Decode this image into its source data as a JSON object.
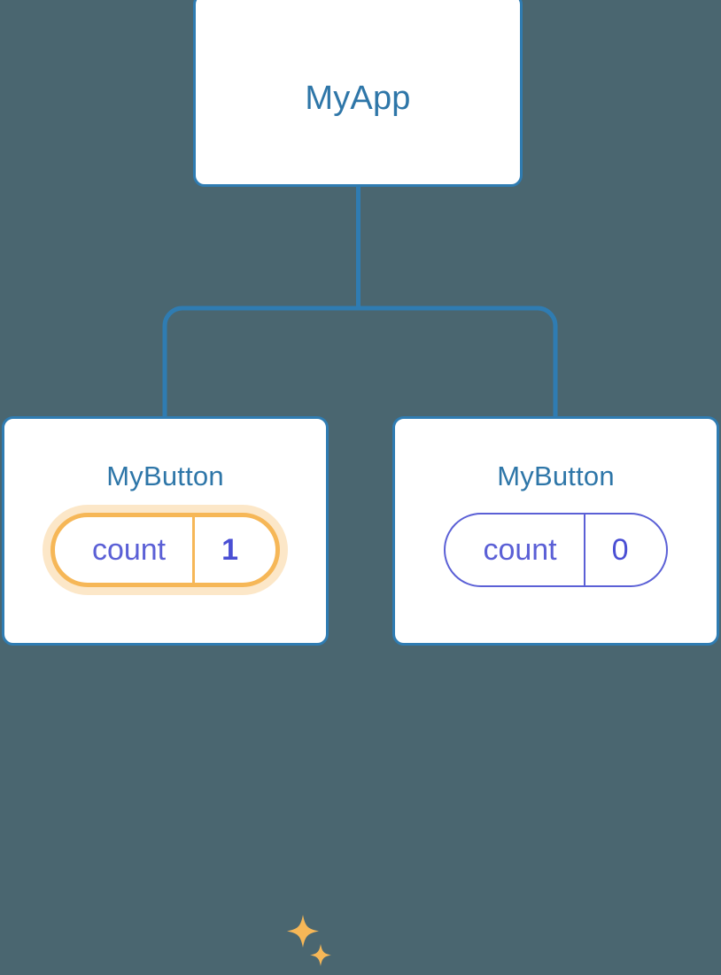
{
  "diagram": {
    "type": "component-tree",
    "background_color": "#4a6670",
    "edge_color": "#2f7cb2",
    "node_border_color": "#2f7cb2",
    "node_title_color": "#2e76a8",
    "pill_color": "#5b60d6",
    "highlight_color": "#f6b757",
    "highlight_glow_color": "#fadfb3",
    "root": {
      "title": "MyApp",
      "highlighted": false
    },
    "children": [
      {
        "title": "MyButton",
        "state": {
          "key": "count",
          "value": "1"
        },
        "highlighted": true,
        "sparkle_icons": [
          "sparkle-large-icon",
          "sparkle-small-icon"
        ]
      },
      {
        "title": "MyButton",
        "state": {
          "key": "count",
          "value": "0"
        },
        "highlighted": false,
        "sparkle_icons": []
      }
    ]
  }
}
